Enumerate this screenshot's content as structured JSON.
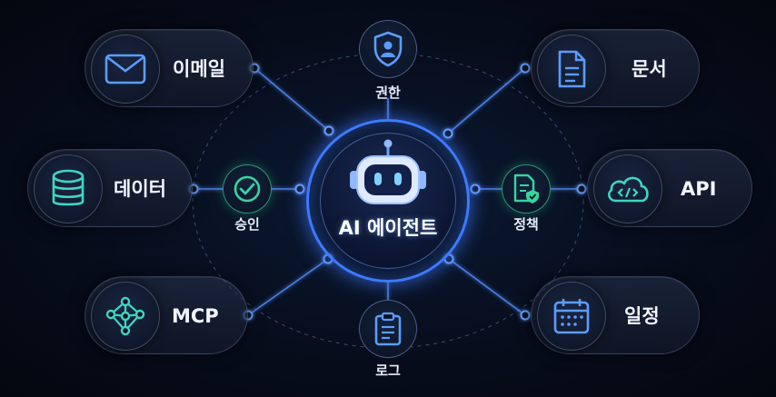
{
  "hub": {
    "title": "AI 에이전트"
  },
  "sources": [
    {
      "id": "email",
      "label": "이메일",
      "icon": "mail-icon"
    },
    {
      "id": "document",
      "label": "문서",
      "icon": "document-icon"
    },
    {
      "id": "data",
      "label": "데이터",
      "icon": "database-icon"
    },
    {
      "id": "api",
      "label": "API",
      "icon": "cloud-code-icon"
    },
    {
      "id": "mcp",
      "label": "MCP",
      "icon": "network-icon"
    },
    {
      "id": "schedule",
      "label": "일정",
      "icon": "calendar-icon"
    }
  ],
  "controls": [
    {
      "id": "permission",
      "label": "권한",
      "icon": "shield-user-icon"
    },
    {
      "id": "approval",
      "label": "승인",
      "icon": "check-circle-icon"
    },
    {
      "id": "policy",
      "label": "정책",
      "icon": "policy-document-icon"
    },
    {
      "id": "log",
      "label": "로그",
      "icon": "clipboard-icon"
    }
  ],
  "colors": {
    "accent": "#3d7bff",
    "wire": "#4a7fe8",
    "icon_blue": "#5b9dff",
    "icon_teal": "#3fd6c2",
    "approval_green": "#38d39f",
    "background": "#070d1c"
  }
}
